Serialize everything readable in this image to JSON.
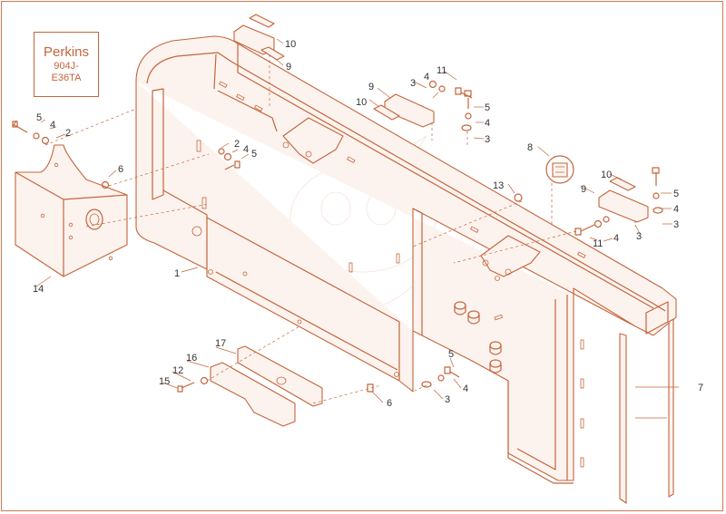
{
  "engine_box": {
    "brand": "Perkins",
    "model": "904J-",
    "code": "E36TA"
  },
  "callouts": [
    "1",
    "2",
    "2",
    "3",
    "3",
    "3",
    "3",
    "4",
    "4",
    "4",
    "4",
    "4",
    "5",
    "5",
    "5",
    "5",
    "5",
    "6",
    "6",
    "7",
    "8",
    "9",
    "9",
    "9",
    "10",
    "10",
    "10",
    "11",
    "11",
    "12",
    "13",
    "14",
    "15",
    "16",
    "17"
  ],
  "colors": {
    "line": "#c4643c",
    "text": "#333333",
    "paper": "#ffffff"
  }
}
